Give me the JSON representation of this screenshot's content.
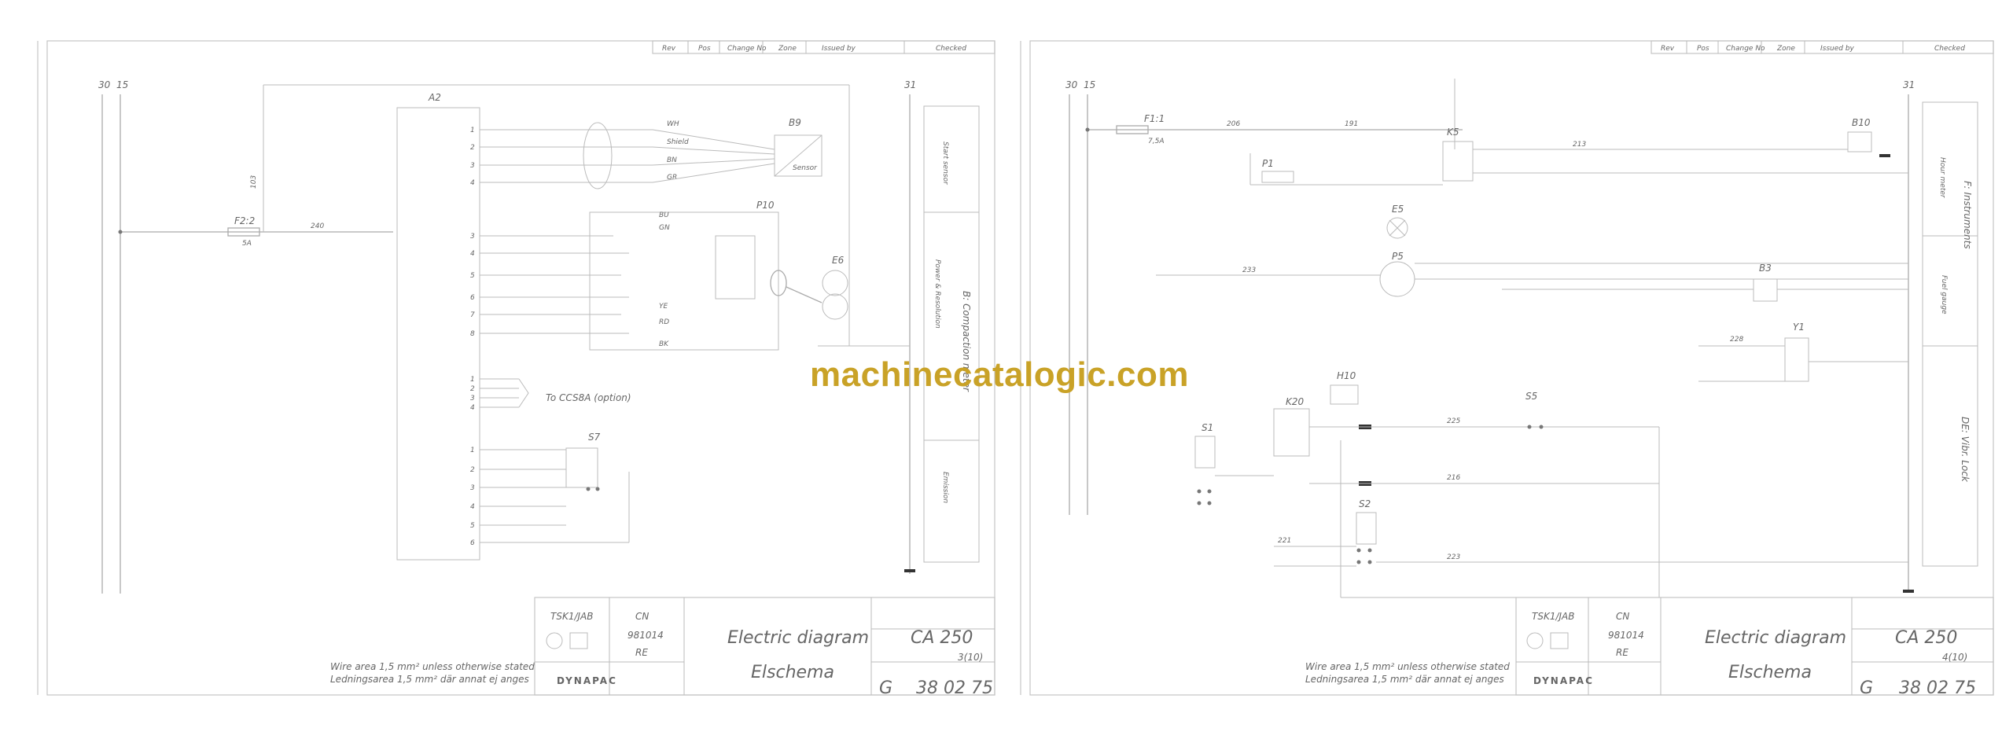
{
  "watermark": "machinecatalogic.com",
  "revision_header": [
    "Rev",
    "Pos",
    "Change No",
    "Zone",
    "Issued by",
    "Checked"
  ],
  "sheets": [
    {
      "rails": [
        "30",
        "15"
      ],
      "right_rail": "31",
      "components": {
        "a2": "A2",
        "b9": "B9",
        "b9_sub": "Sensor",
        "f22": "F2:2",
        "f22_rating": "5A",
        "p10": "P10",
        "e6": "E6",
        "s7": "S7",
        "option_label": "To CCS8A (option)",
        "wire_240": "240",
        "wire_103": "103",
        "wires_a": [
          "WH",
          "Shield",
          "BN",
          "GR"
        ],
        "wires_b": [
          "BU",
          "GN",
          "YE",
          "RD",
          "BK"
        ],
        "pins_a": [
          "1",
          "2",
          "3",
          "4"
        ],
        "pins_b": [
          "3",
          "4",
          "5",
          "6",
          "7",
          "8"
        ],
        "pins_c": [
          "1",
          "2",
          "3",
          "4"
        ],
        "pins_d": [
          "1",
          "2",
          "3",
          "4",
          "5",
          "6"
        ]
      },
      "side_labels": [
        "Start sensor",
        "Power & Resolution",
        "B: Compaction meter",
        "Emission"
      ],
      "footer_note": [
        "Wire area 1,5 mm² unless otherwise stated",
        "Ledningsarea 1,5 mm² där annat ej anges"
      ],
      "title_block": {
        "designed": "TSK1/JAB",
        "approved": "CN",
        "date": "981014",
        "checked": "RE",
        "logo": "DYNAPAC",
        "title_en": "Electric diagram",
        "title_sv": "Elschema",
        "model": "CA 250",
        "sheet": "3(10)",
        "rev": "G",
        "doc_no": "38 02 75"
      }
    },
    {
      "rails": [
        "30",
        "15"
      ],
      "right_rail": "31",
      "components": {
        "f11": "F1:1",
        "f11_rating": "7,5A",
        "k5": "K5",
        "b10": "B10",
        "p1": "P1",
        "e5": "E5",
        "p5": "P5",
        "b3": "B3",
        "y1": "Y1",
        "k20": "K20",
        "h10": "H10",
        "s5": "S5",
        "s1": "S1",
        "s2": "S2",
        "wires": [
          "206",
          "191",
          "213",
          "233",
          "228",
          "225",
          "216",
          "221",
          "223"
        ]
      },
      "side_labels": [
        "Hour meter",
        "F: Instruments",
        "Fuel gauge",
        "DE: Vibr. Lock"
      ],
      "footer_note": [
        "Wire area 1,5 mm² unless otherwise stated",
        "Ledningsarea 1,5 mm² där annat ej anges"
      ],
      "title_block": {
        "designed": "TSK1/JAB",
        "approved": "CN",
        "date": "981014",
        "checked": "RE",
        "logo": "DYNAPAC",
        "title_en": "Electric diagram",
        "title_sv": "Elschema",
        "model": "CA 250",
        "sheet": "4(10)",
        "rev": "G",
        "doc_no": "38 02 75"
      }
    }
  ]
}
